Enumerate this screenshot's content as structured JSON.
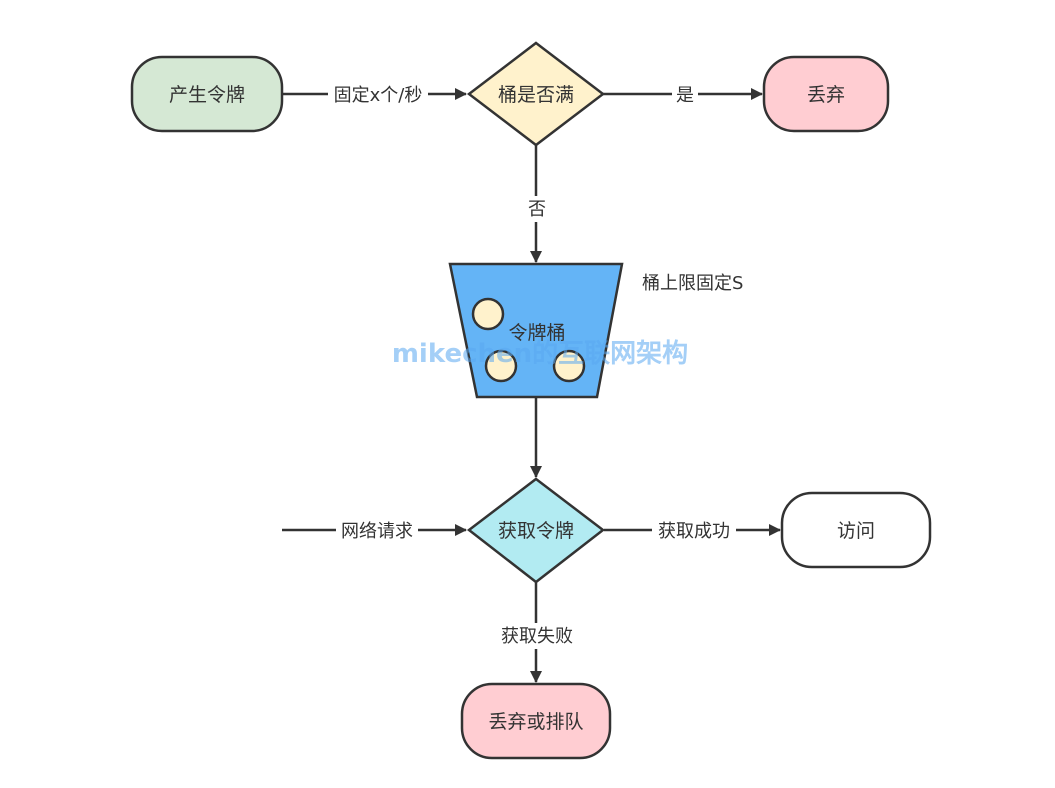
{
  "nodes": {
    "generate_token": "产生令牌",
    "bucket_full": "桶是否满",
    "discard": "丢弃",
    "token_bucket": "令牌桶",
    "get_token": "获取令牌",
    "access": "访问",
    "discard_or_queue": "丢弃或排队"
  },
  "edge_labels": {
    "rate": "固定x个/秒",
    "yes": "是",
    "no": "否",
    "network_request": "网络请求",
    "get_success": "获取成功",
    "get_fail": "获取失败"
  },
  "annotations": {
    "bucket_limit": "桶上限固定S"
  },
  "watermark": "mikechen的互联网架构",
  "colors": {
    "green_fill": "#d5e8d4",
    "yellow_fill": "#fff2cc",
    "pink_fill": "#ffcdd2",
    "blue_fill": "#64b4f6",
    "cyan_fill": "#b2ebf2",
    "token_fill": "#fff2cc",
    "stroke": "#333333"
  }
}
